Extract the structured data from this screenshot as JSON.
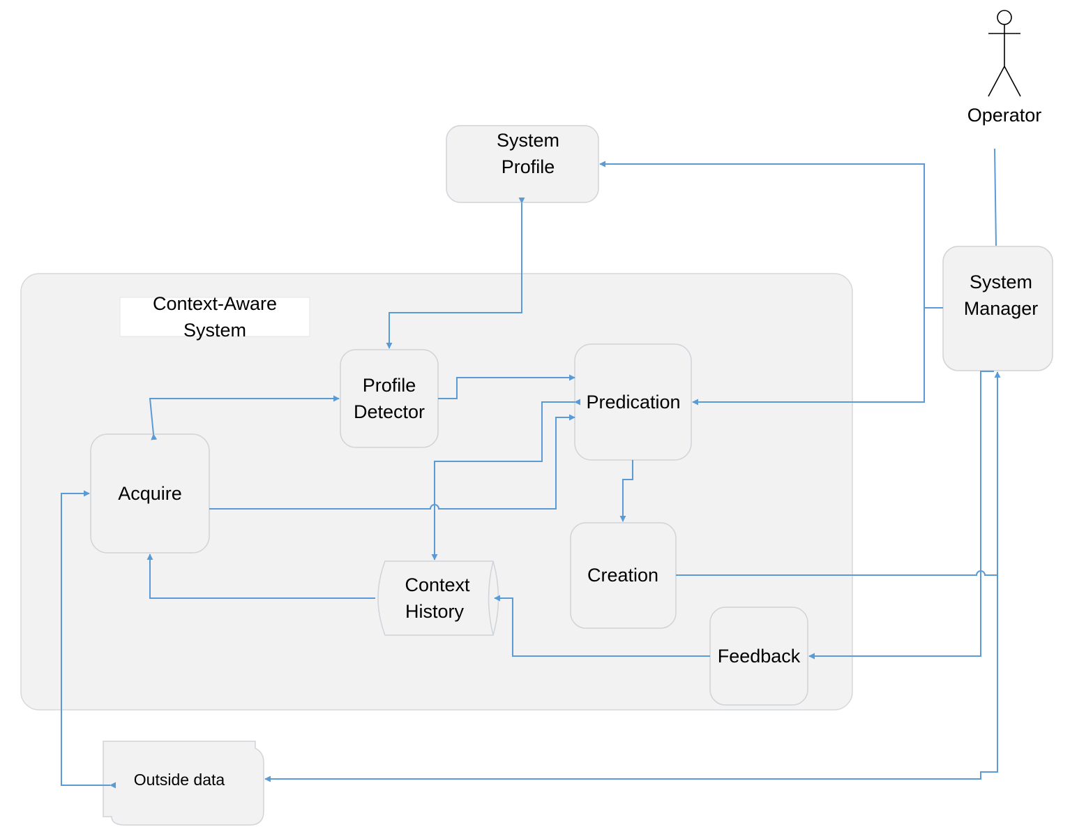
{
  "actor": {
    "label": "Operator"
  },
  "container": {
    "title_line1": "Context-Aware",
    "title_line2": "System"
  },
  "nodes": {
    "system_profile": {
      "line1": "System",
      "line2": "Profile"
    },
    "system_manager": {
      "line1": "System",
      "line2": "Manager"
    },
    "profile_detector": {
      "line1": "Profile",
      "line2": "Detector"
    },
    "predication": {
      "label": "Predication"
    },
    "acquire": {
      "label": "Acquire"
    },
    "creation": {
      "label": "Creation"
    },
    "context_history": {
      "line1": "Context",
      "line2": "History"
    },
    "feedback": {
      "label": "Feedback"
    },
    "outside_data": {
      "label": "Outside data"
    }
  },
  "colors": {
    "connector": "#5b9bd5",
    "node_fill": "#f2f2f2",
    "node_border": "#d0d3d8"
  }
}
